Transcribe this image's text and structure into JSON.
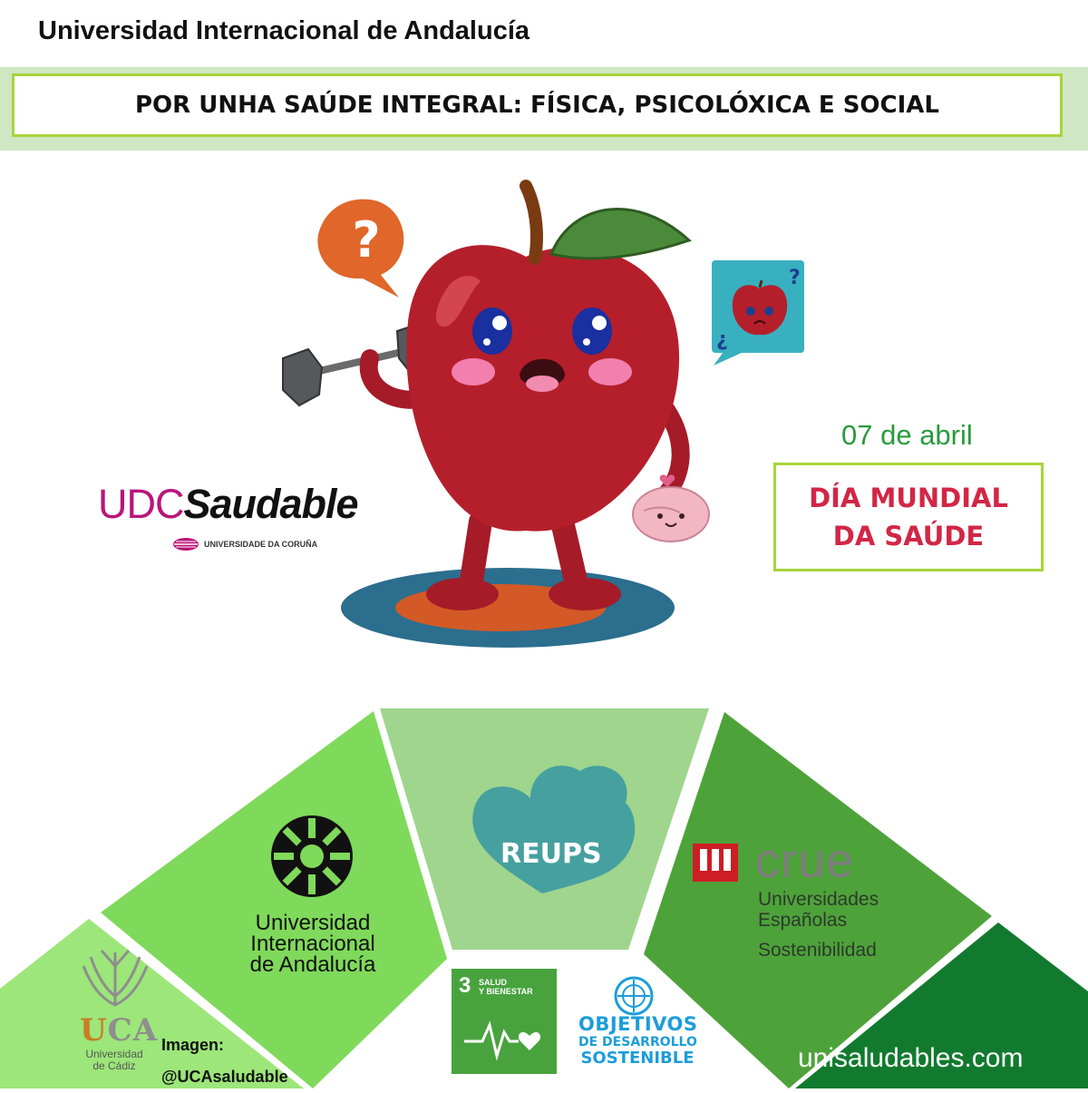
{
  "header": {
    "title": "Universidad Internacional de Andalucía",
    "banner": "POR UNHA SAÚDE INTEGRAL: FÍSICA, PSICOLÓXICA E SOCIAL"
  },
  "event": {
    "date": "07 de abril",
    "name_line1": "DÍA MUNDIAL",
    "name_line2": "DA SAÚDE"
  },
  "udc": {
    "brand_part1": "UDC",
    "brand_part2": "Saudable",
    "subtitle": "UNIVERSIDADE DA CORUÑA"
  },
  "illustration": {
    "bubble_left": "?",
    "bubble_right_open": "¿",
    "bubble_right_close": "?"
  },
  "partners": {
    "unia_line1": "Universidad",
    "unia_line2": "Internacional",
    "unia_line3": "de Andalucía",
    "reups": "REUPS",
    "crue_word": "crue",
    "crue_line1": "Universidades",
    "crue_line2": "Españolas",
    "crue_line3": "Sostenibilidad",
    "uca_letter_u": "U",
    "uca_letters_ca": "CA",
    "uca_sub1": "Universidad",
    "uca_sub2": "de Cádiz"
  },
  "sdg": {
    "number": "3",
    "name_line1": "SALUD",
    "name_line2": "Y BIENESTAR",
    "ods_line1": "OBJETIVOS",
    "ods_line2": "DE DESARROLLO",
    "ods_line3": "SOSTENIBLE"
  },
  "credit": {
    "label": "Imagen:",
    "handle": "@UCAsaludable"
  },
  "footer": {
    "website": "unisaludables.com"
  },
  "colors": {
    "banner_border": "#a8d43a",
    "band": "#cfe7c2",
    "apple_red": "#b51f2b",
    "date_green": "#2a9a3c",
    "day_red": "#d22646",
    "udc_magenta": "#b8157a",
    "fan_lightest": "#9ce67a",
    "fan_light": "#7fd95a",
    "fan_center": "#9fd58d",
    "fan_mid": "#4ea23a",
    "fan_dark": "#127a2f",
    "sdg_green": "#48a33e",
    "un_blue": "#1d9dd9"
  }
}
